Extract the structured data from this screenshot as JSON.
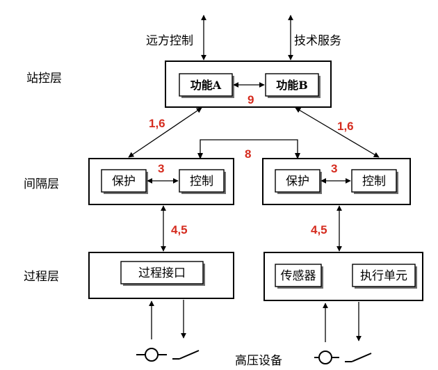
{
  "layers": {
    "station": "站控层",
    "bay": "间隔层",
    "process": "过程层"
  },
  "top": {
    "remote_control": "远方控制",
    "tech_service": "技术服务"
  },
  "station_box": {
    "func_a": "功能A",
    "func_b": "功能B",
    "link_ab": "9"
  },
  "links": {
    "left_station_bay": "1,6",
    "right_station_bay": "1,6",
    "between_bays": "8",
    "left_bay_process": "4,5",
    "right_bay_process": "4,5"
  },
  "bay_left": {
    "protect": "保护",
    "control": "控制",
    "link": "3"
  },
  "bay_right": {
    "protect": "保护",
    "control": "控制",
    "link": "3"
  },
  "process_left": {
    "interface": "过程接口"
  },
  "process_right": {
    "sensor": "传感器",
    "actuator": "执行单元"
  },
  "bottom": {
    "hv_equipment": "高压设备"
  },
  "colors": {
    "accent": "#d52b1e",
    "line": "#000000"
  }
}
